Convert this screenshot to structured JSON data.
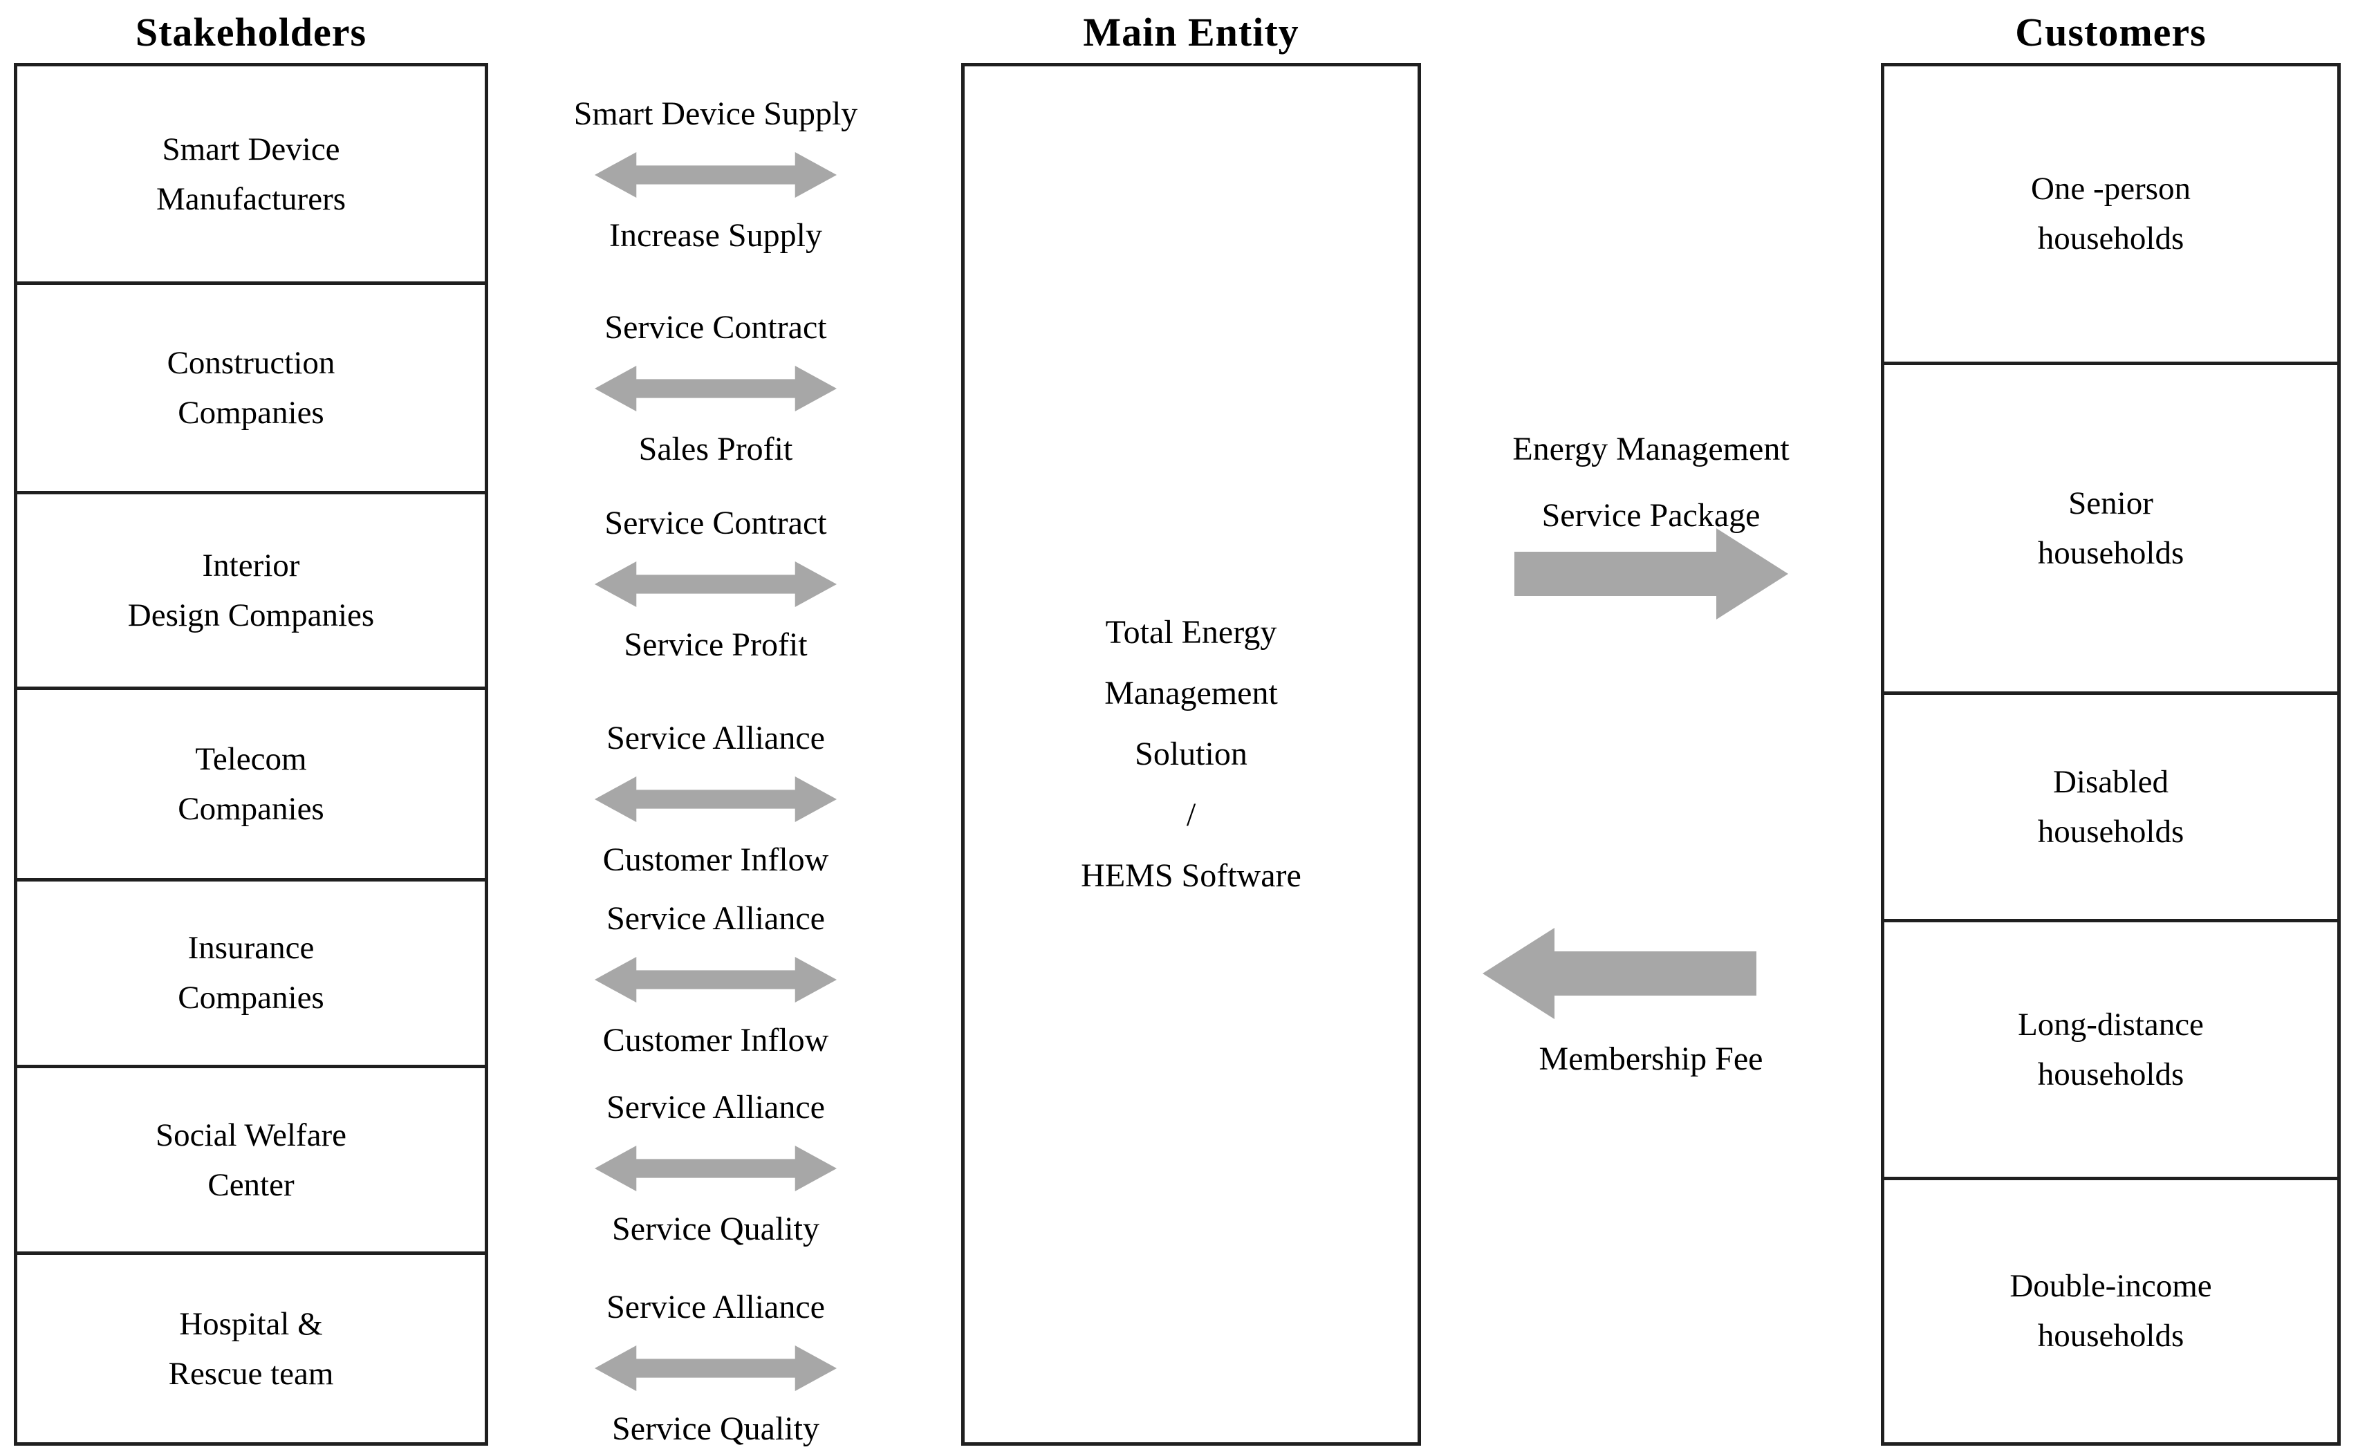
{
  "colors": {
    "arrow_gray": "#a7a7a7",
    "line_dark": "#1f1f1f"
  },
  "stakeholders": {
    "title": "Stakeholders",
    "items": [
      "Smart Device\nManufacturers",
      "Construction\nCompanies",
      "Interior\nDesign Companies",
      "Telecom\nCompanies",
      "Insurance\nCompanies",
      "Social Welfare\nCenter",
      "Hospital &\nRescue team"
    ]
  },
  "main_entity": {
    "title": "Main Entity",
    "text": "Total Energy\nManagement\nSolution\n/\nHEMS Software"
  },
  "customers": {
    "title": "Customers",
    "items": [
      "One -person\nhouseholds",
      "Senior\nhouseholds",
      "Disabled\nhouseholds",
      "Long-distance\nhouseholds",
      "Double-income\nhouseholds"
    ]
  },
  "exchanges": [
    {
      "top": "Smart Device Supply",
      "bottom": "Increase Supply"
    },
    {
      "top": "Service Contract",
      "bottom": "Sales Profit"
    },
    {
      "top": "Service Contract",
      "bottom": "Service Profit"
    },
    {
      "top": "Service Alliance",
      "bottom": "Customer Inflow"
    },
    {
      "top": "Service Alliance",
      "bottom": "Customer Inflow"
    },
    {
      "top": "Service Alliance",
      "bottom": "Service Quality"
    },
    {
      "top": "Service Alliance",
      "bottom": "Service Quality"
    }
  ],
  "flows": {
    "to_customers_label": "Energy Management\nService Package",
    "to_main_entity_label": "Membership Fee"
  }
}
